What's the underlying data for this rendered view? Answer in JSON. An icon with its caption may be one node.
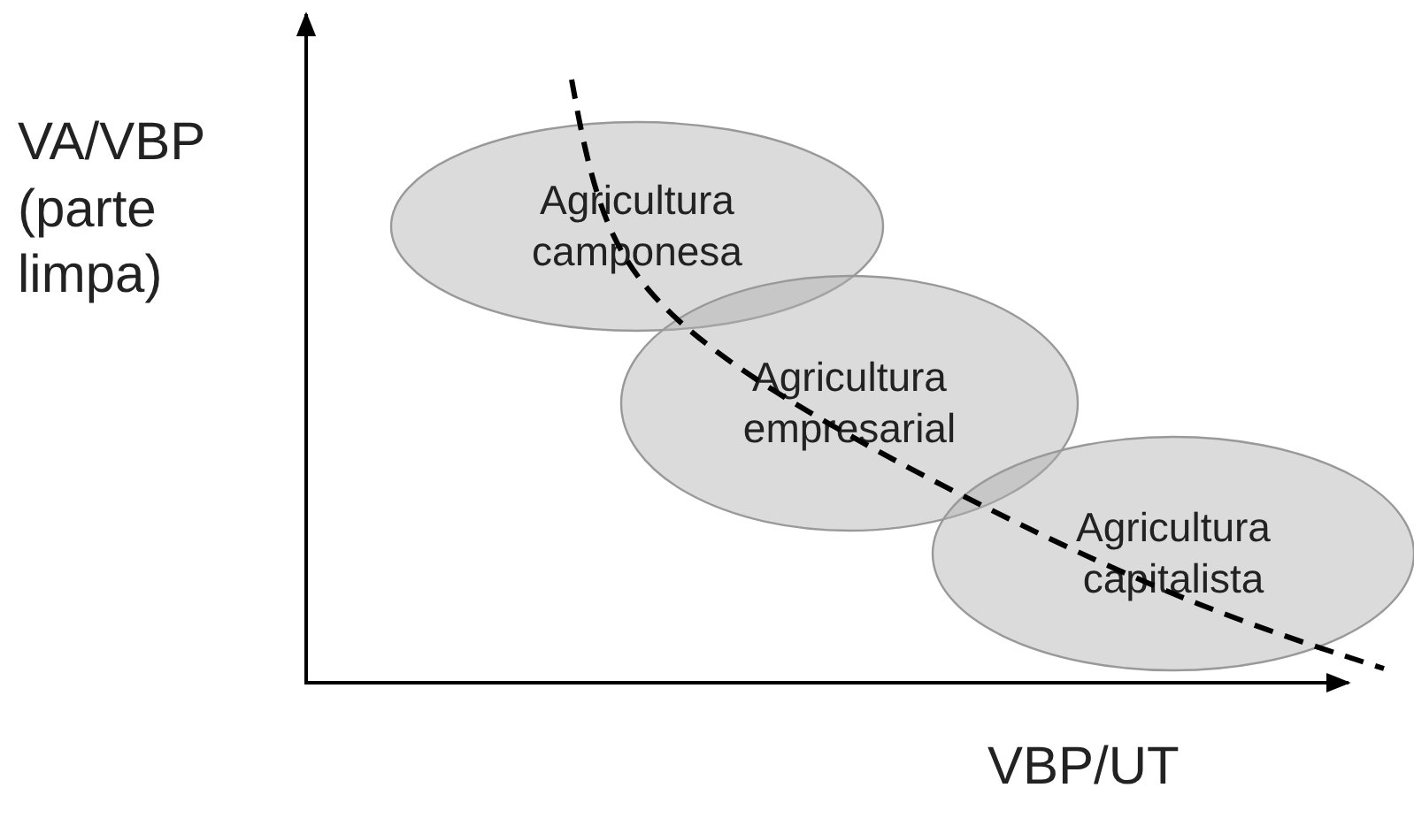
{
  "diagram": {
    "nodes": [
      {
        "text": [
          "Agricultura camponesa"
        ]
      },
      {
        "text": [
          "Agricultura empresarial"
        ]
      },
      {
        "text": [
          "Agricultura capitalista"
        ]
      }
    ],
    "labels": [
      "VA/VBP (parte limpa)",
      "VBP/UT"
    ]
  }
}
